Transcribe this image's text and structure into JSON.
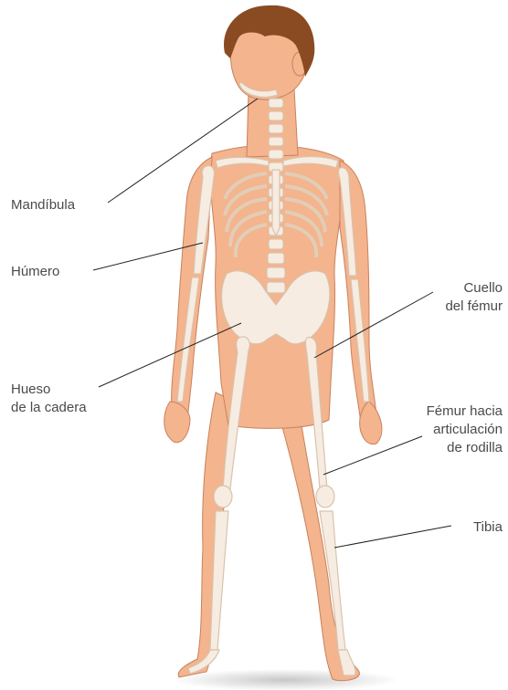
{
  "labels": {
    "mandibula": "Mandíbula",
    "humero": "Húmero",
    "hueso_cadera_1": "Hueso",
    "hueso_cadera_2": "de la cadera",
    "cuello_femur_1": "Cuello",
    "cuello_femur_2": "del fémur",
    "femur_rodilla_1": "Fémur hacia",
    "femur_rodilla_2": "articulación",
    "femur_rodilla_3": "de rodilla",
    "tibia": "Tibia"
  },
  "colors": {
    "skin": "#f3b48e",
    "skin_shadow": "#e59f78",
    "bone": "#f6ece1",
    "bone_outline": "#d9c3ad",
    "hair": "#8a4a22",
    "leader_line": "#222222",
    "label_text": "#4a4a4a"
  }
}
